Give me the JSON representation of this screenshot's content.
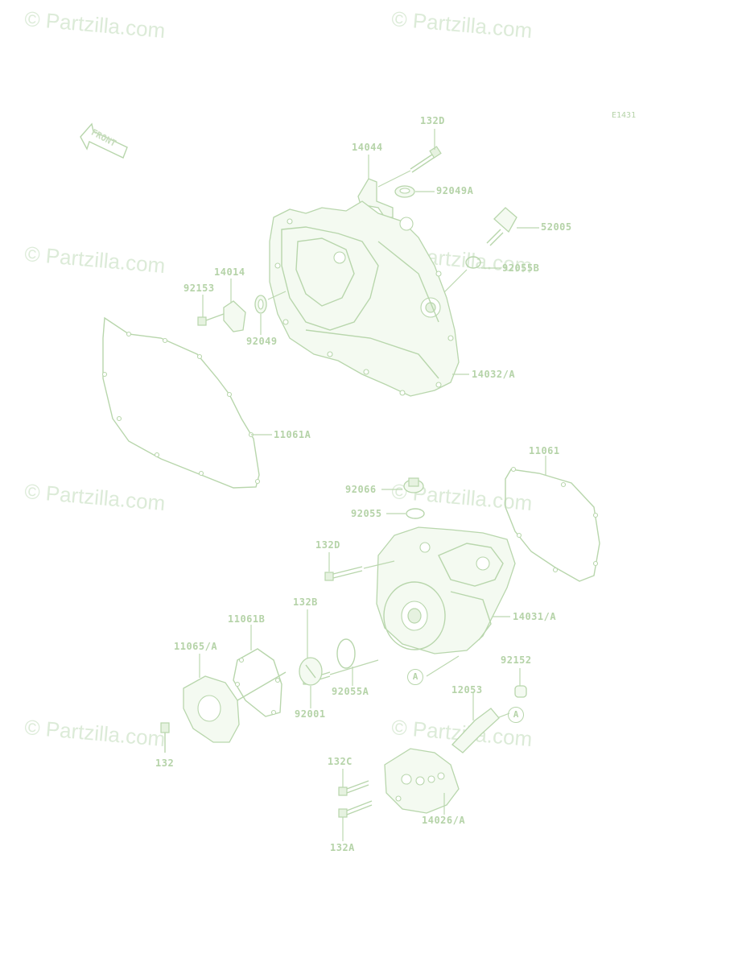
{
  "watermarks": [
    "© Partzilla.com",
    "© Partzilla.com",
    "© Partzilla.com",
    "© Partzilla.com",
    "© Partzilla.com",
    "© Partzilla.com",
    "© Partzilla.com",
    "© Partzilla.com"
  ],
  "diagram_code": "E1431",
  "front_label": "FRONT",
  "parts": {
    "p132D_top": "132D",
    "p14044": "14044",
    "p92049A": "92049A",
    "p52005": "52005",
    "p92055B": "92055B",
    "p14014": "14014",
    "p92153": "92153",
    "p92049": "92049",
    "p14032A": "14032/A",
    "p11061A": "11061A",
    "p11061": "11061",
    "p92066": "92066",
    "p92055": "92055",
    "p132D_mid": "132D",
    "p132B": "132B",
    "p14031A": "14031/A",
    "p11061B": "11061B",
    "p11065A": "11065/A",
    "p92055A": "92055A",
    "p92001": "92001",
    "p92152": "92152",
    "p12053": "12053",
    "p132": "132",
    "p132C": "132C",
    "p14026A": "14026/A",
    "p132A": "132A"
  },
  "ref_marks": [
    "A",
    "A"
  ]
}
